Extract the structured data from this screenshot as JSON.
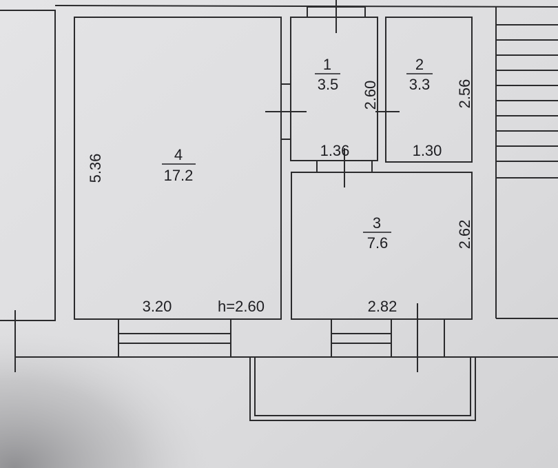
{
  "plan": {
    "rooms": [
      {
        "number": "1",
        "area": "3.5",
        "height_dim": "2.60",
        "width_dim": "1.36"
      },
      {
        "number": "2",
        "area": "3.3",
        "height_dim": "2.56",
        "width_dim": "1.30"
      },
      {
        "number": "3",
        "area": "7.6",
        "height_dim": "2.62",
        "width_dim": "2.82"
      },
      {
        "number": "4",
        "area": "17.2",
        "height_dim": "5.36",
        "width_dim": "3.20"
      }
    ],
    "ceiling_height": "h=2.60"
  }
}
